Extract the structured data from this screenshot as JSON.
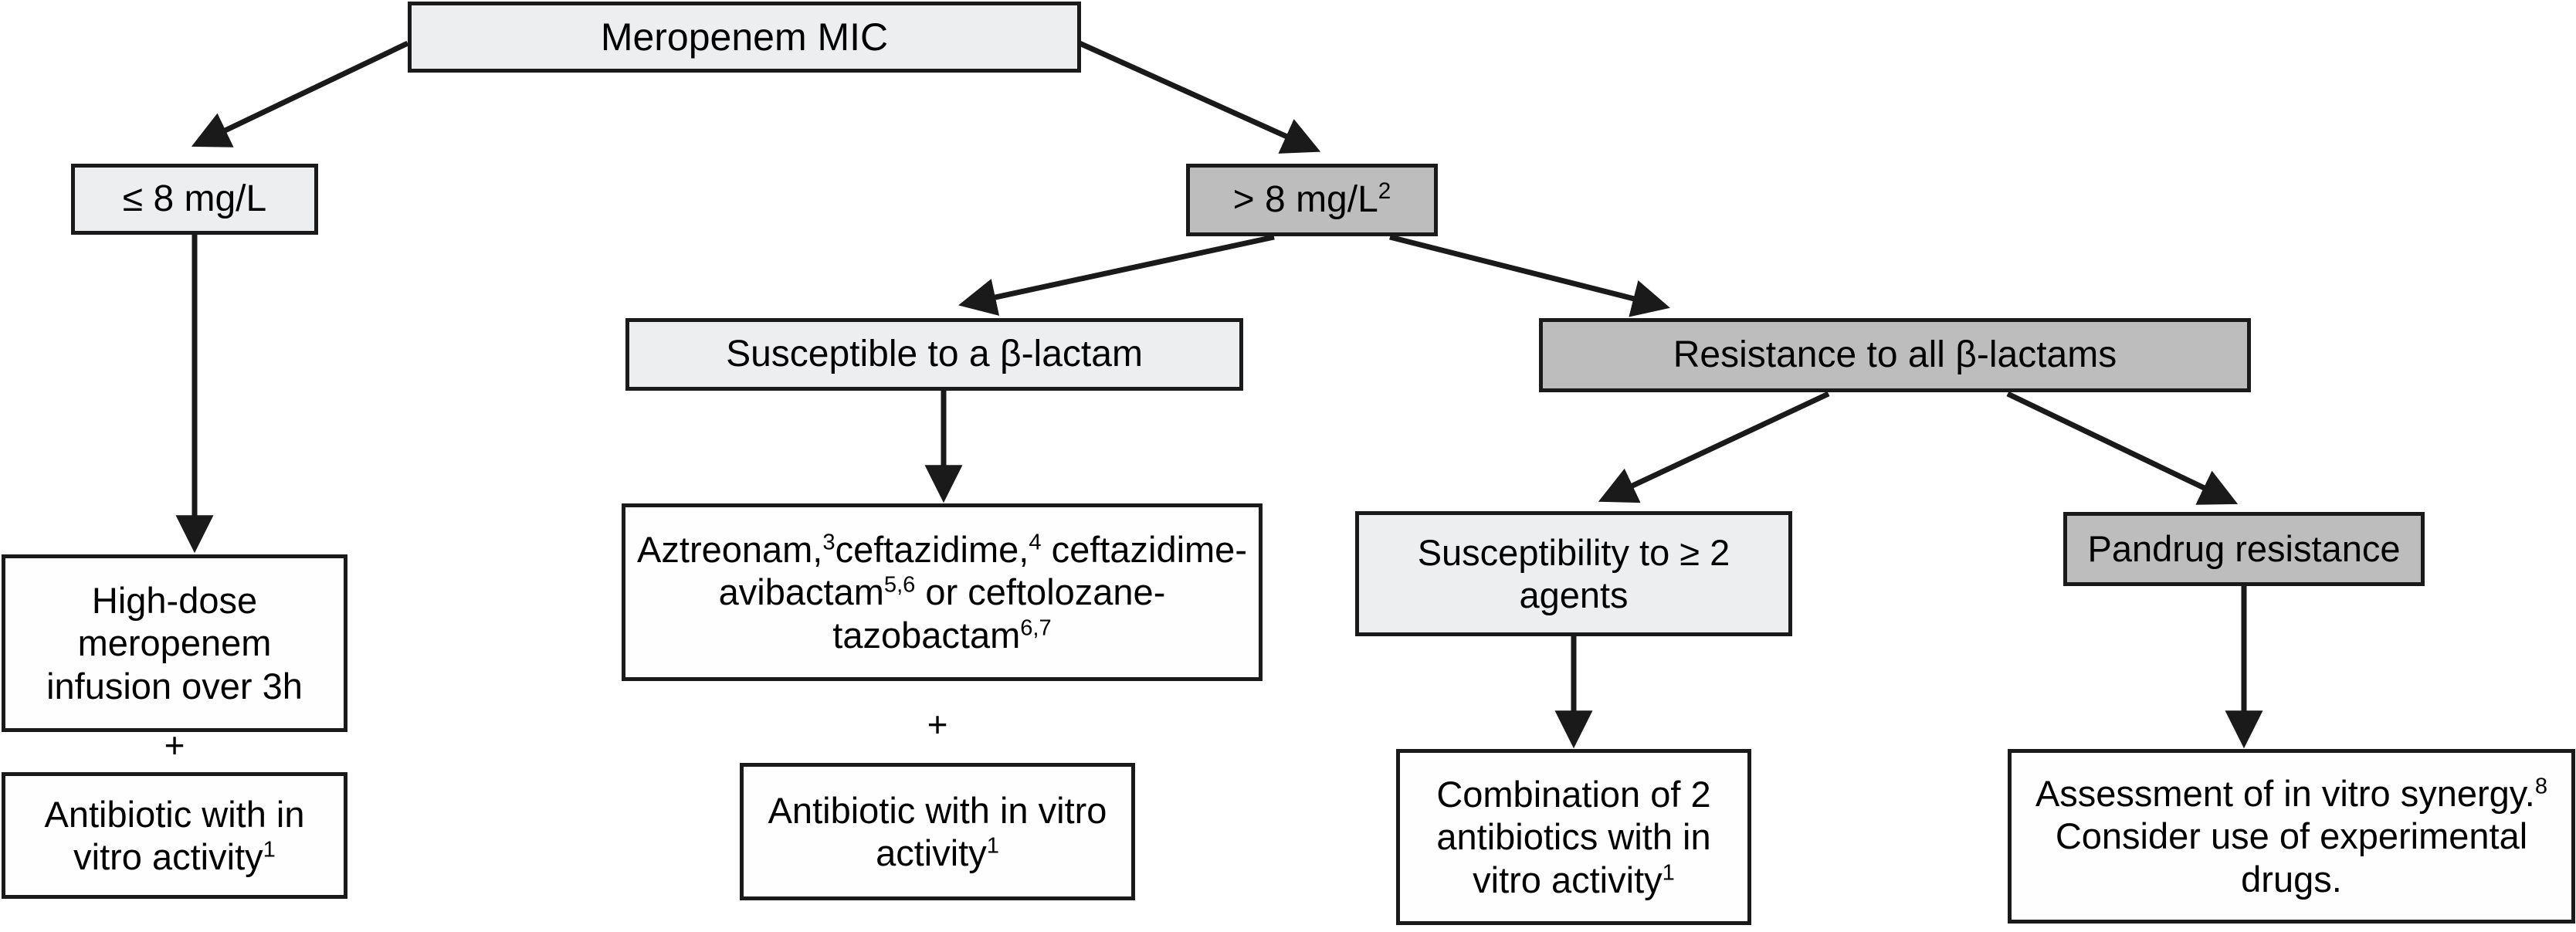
{
  "diagram": {
    "title": "Meropenem MIC treatment decision flowchart",
    "colors": {
      "stroke": "#1a1a1a",
      "fill_white": "#fefefe",
      "fill_light": "#eceeef",
      "fill_dark": "#bdbdbd",
      "text": "#000000"
    },
    "nodes": {
      "root": {
        "label": "Meropenem MIC"
      },
      "mic_low": {
        "label": "≤ 8 mg/L"
      },
      "mic_high": {
        "label_main": "> 8 mg/L",
        "label_sup": "2"
      },
      "susceptible_beta_lactam": {
        "label": "Susceptible to a β-lactam"
      },
      "resistance_all_beta_lactams": {
        "label": "Resistance to all β-lactams"
      },
      "high_dose_meropenem": {
        "label": "High-dose meropenem infusion over 3h"
      },
      "antibiotic_in_vitro_left": {
        "label_main": "Antibiotic with in vitro activity",
        "label_sup": "1"
      },
      "beta_lactam_options": {
        "line1_a": "Aztreonam,",
        "line1_sup_a": "3",
        "line1_b": "ceftazidime,",
        "line1_sup_b": "4",
        "line2_a": "ceftazidime-avibactam",
        "line2_sup": "5,6",
        "line2_b": " or",
        "line3_a": "ceftolozane-tazobactam",
        "line3_sup": "6,7"
      },
      "antibiotic_in_vitro_middle": {
        "label_main": "Antibiotic with in vitro activity",
        "label_sup": "1"
      },
      "susceptibility_two_agents": {
        "label": "Susceptibility to ≥ 2 agents"
      },
      "combination_two_antibiotics": {
        "label_main": "Combination of 2 antibiotics with in vitro activity",
        "label_sup": "1"
      },
      "pandrug_resistance": {
        "label": "Pandrug resistance"
      },
      "assessment_synergy": {
        "label_a": "Assessment of in vitro synergy.",
        "label_sup": "8",
        "label_b": " Consider use of experimental drugs."
      }
    },
    "connectors": {
      "plus_left": "+",
      "plus_middle": "+"
    }
  }
}
